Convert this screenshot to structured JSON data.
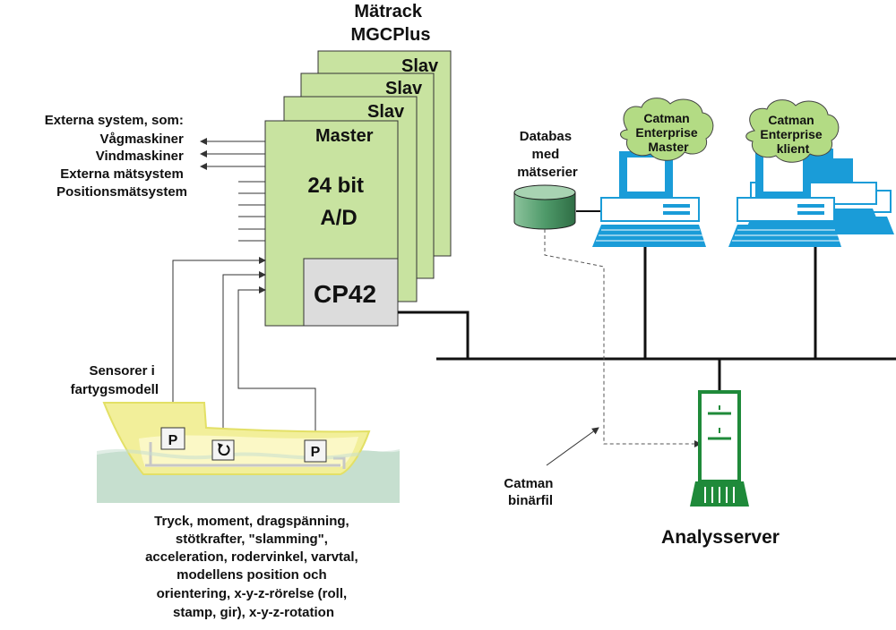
{
  "rack": {
    "title_lines": [
      "Mätrack",
      "MGCPlus"
    ],
    "slave_label": "Slav",
    "master_label": "Master",
    "adc_lines": [
      "24 bit",
      "A/D"
    ],
    "cp_label": "CP42"
  },
  "external_systems": {
    "lines": [
      "Externa system, som:",
      "Vågmaskiner",
      "Vindmaskiner",
      "Externa mätsystem",
      "Positionsmätsystem"
    ]
  },
  "sensors": {
    "title_lines": [
      "Sensorer i",
      "fartygsmodell"
    ],
    "pressure_label": "P",
    "rotation_icon": "rotation-icon"
  },
  "measurements": {
    "lines": [
      "Tryck, moment, dragspänning,",
      "stötkrafter, \"slamming\",",
      "acceleration, rodervinkel, varvtal,",
      "modellens position och",
      "orientering, x-y-z-rörelse (roll,",
      "stamp, gir), x-y-z-rotation"
    ]
  },
  "database": {
    "lines": [
      "Databas",
      "med",
      "mätserier"
    ]
  },
  "master_pc": {
    "cloud_lines": [
      "Catman",
      "Enterprise",
      "Master"
    ]
  },
  "client_pc": {
    "cloud_lines": [
      "Catman",
      "Enterprise",
      "klient"
    ]
  },
  "binary_file": {
    "lines": [
      "Catman",
      "binärfil"
    ]
  },
  "server": {
    "label": "Analysserver"
  },
  "colors": {
    "rack_green": "#c8e3a0",
    "cp_gray": "#dcdcdc",
    "monitor_blue": "#1a9cd8",
    "cloud_green": "#b3db84",
    "water": "#c6dfcf",
    "hull_yellow": "#f2ef9a",
    "server_green": "#1f8a3a",
    "db_green": "#4f9a6a"
  }
}
